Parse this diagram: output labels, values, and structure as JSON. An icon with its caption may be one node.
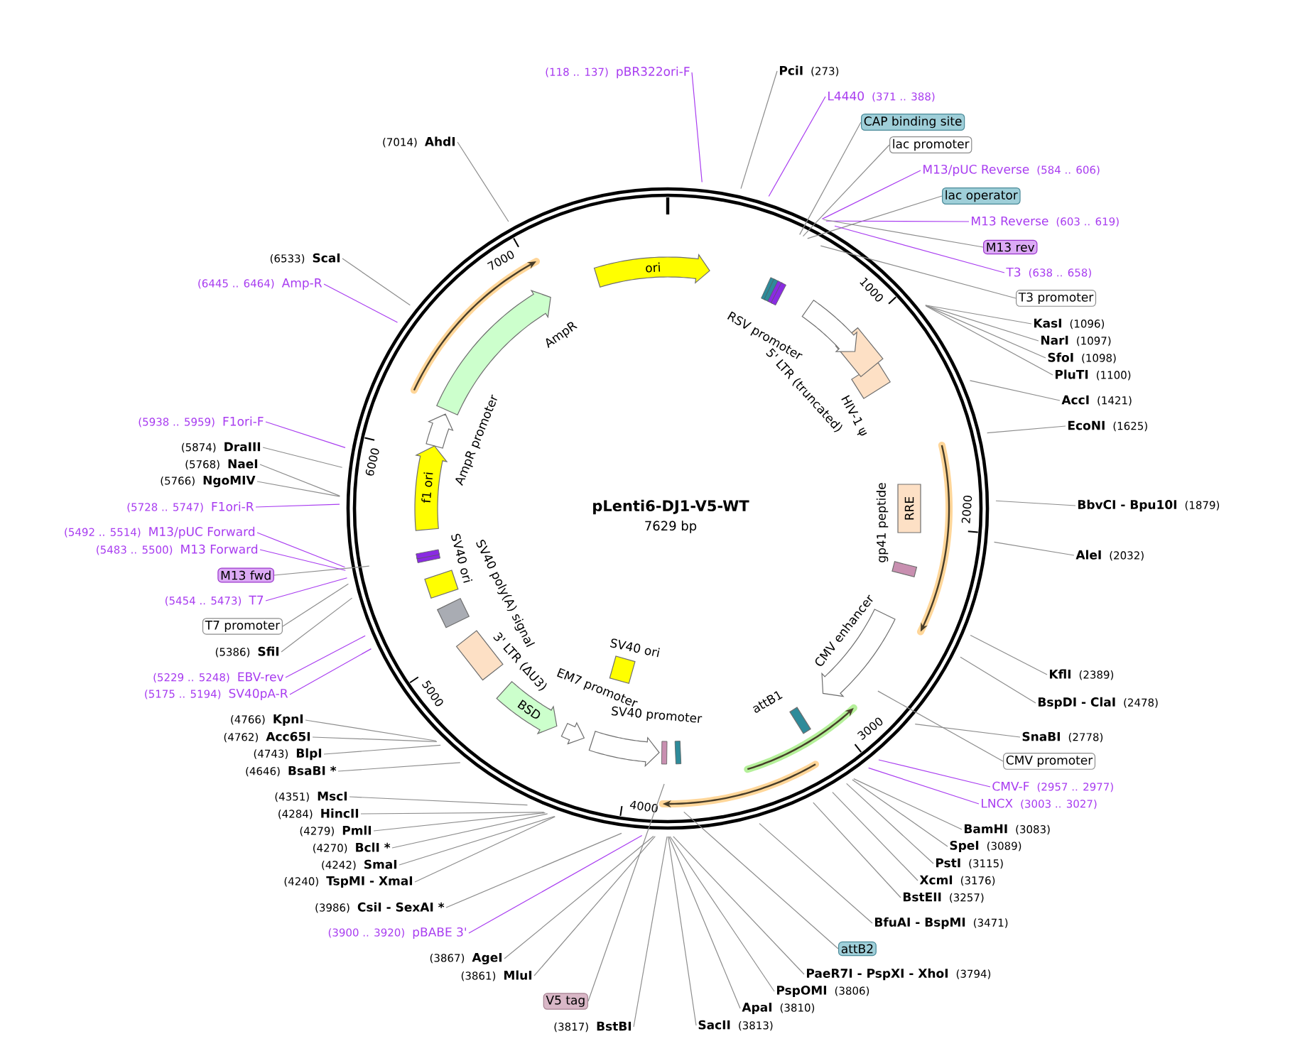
{
  "diagram": {
    "title": "pLenti6-DJ1-V5-WT",
    "nodes": [
      {
        "text": [
          "(118 .. 137)",
          "pBR322ori-F"
        ]
      },
      {
        "text": [
          "PciI",
          "(273)"
        ]
      },
      {
        "text": [
          "L4440",
          "(371 .. 388)"
        ]
      },
      {
        "text": [
          "CAP binding site"
        ]
      },
      {
        "text": [
          "lac promoter"
        ]
      },
      {
        "text": [
          "M13/pUC Reverse",
          "(584 .. 606)"
        ]
      },
      {
        "text": [
          "lac operator"
        ]
      },
      {
        "text": [
          "M13 Reverse",
          "(603 .. 619)"
        ]
      },
      {
        "text": [
          "M13 rev"
        ]
      },
      {
        "text": [
          "T3",
          "(638 .. 658)"
        ]
      },
      {
        "text": [
          "T3 promoter"
        ]
      },
      {
        "text": [
          "KasI",
          "(1096)"
        ]
      },
      {
        "text": [
          "NarI",
          "(1097)"
        ]
      },
      {
        "text": [
          "SfoI",
          "(1098)"
        ]
      },
      {
        "text": [
          "PluTI",
          "(1100)"
        ]
      },
      {
        "text": [
          "AccI",
          "(1421)"
        ]
      },
      {
        "text": [
          "EcoNI",
          "(1625)"
        ]
      },
      {
        "text": [
          "BbvCI - Bpu10I",
          "(1879)"
        ]
      },
      {
        "text": [
          "AleI",
          "(2032)"
        ]
      },
      {
        "text": [
          "KflI",
          "(2389)"
        ]
      },
      {
        "text": [
          "BspDI - ClaI",
          "(2478)"
        ]
      },
      {
        "text": [
          "SnaBI",
          "(2778)"
        ]
      },
      {
        "text": [
          "CMV promoter"
        ]
      },
      {
        "text": [
          "CMV-F",
          "(2957 .. 2977)"
        ]
      },
      {
        "text": [
          "LNCX",
          "(3003 .. 3027)"
        ]
      },
      {
        "text": [
          "BamHI",
          "(3083)"
        ]
      },
      {
        "text": [
          "SpeI",
          "(3089)"
        ]
      },
      {
        "text": [
          "PstI",
          "(3115)"
        ]
      },
      {
        "text": [
          "XcmI",
          "(3176)"
        ]
      },
      {
        "text": [
          "BstEII",
          "(3257)"
        ]
      },
      {
        "text": [
          "BfuAI - BspMI",
          "(3471)"
        ]
      },
      {
        "text": [
          "attB2"
        ]
      },
      {
        "text": [
          "PaeR7I - PspXI - XhoI",
          "(3794)"
        ]
      },
      {
        "text": [
          "PspOMI",
          "(3806)"
        ]
      },
      {
        "text": [
          "ApaI",
          "(3810)"
        ]
      },
      {
        "text": [
          "SacII",
          "(3813)"
        ]
      },
      {
        "text": [
          "(3817)",
          "BstBI"
        ]
      },
      {
        "text": [
          "V5 tag"
        ]
      },
      {
        "text": [
          "(3861)",
          "MluI"
        ]
      },
      {
        "text": [
          "(3867)",
          "AgeI"
        ]
      },
      {
        "text": [
          "(3900 .. 3920)",
          "pBABE 3'"
        ]
      },
      {
        "text": [
          "(3986)",
          "CsiI - SexAI *"
        ]
      },
      {
        "text": [
          "(4240)",
          "TspMI - XmaI"
        ]
      },
      {
        "text": [
          "(4242)",
          "SmaI"
        ]
      },
      {
        "text": [
          "(4270)",
          "BclI *"
        ]
      },
      {
        "text": [
          "(4279)",
          "PmlI"
        ]
      },
      {
        "text": [
          "(4284)",
          "HincII"
        ]
      },
      {
        "text": [
          "(4351)",
          "MscI"
        ]
      },
      {
        "text": [
          "(4646)",
          "BsaBI *"
        ]
      },
      {
        "text": [
          "(4743)",
          "BlpI"
        ]
      },
      {
        "text": [
          "(4762)",
          "Acc65I"
        ]
      },
      {
        "text": [
          "(4766)",
          "KpnI"
        ]
      },
      {
        "text": [
          "(5175 .. 5194)",
          "SV40pA-R"
        ]
      },
      {
        "text": [
          "(5229 .. 5248)",
          "EBV-rev"
        ]
      },
      {
        "text": [
          "(5386)",
          "SfiI"
        ]
      },
      {
        "text": [
          "T7 promoter"
        ]
      },
      {
        "text": [
          "(5454 .. 5473)",
          "T7"
        ]
      },
      {
        "text": [
          "M13 fwd"
        ]
      },
      {
        "text": [
          "(5483 .. 5500)",
          "M13 Forward"
        ]
      },
      {
        "text": [
          "(5492 .. 5514)",
          "M13/pUC Forward"
        ]
      },
      {
        "text": [
          "(5728 .. 5747)",
          "F1ori-R"
        ]
      },
      {
        "text": [
          "(5766)",
          "NgoMIV"
        ]
      },
      {
        "text": [
          "(5768)",
          "NaeI"
        ]
      },
      {
        "text": [
          "(5874)",
          "DraIII"
        ]
      },
      {
        "text": [
          "(5938 .. 5959)",
          "F1ori-F"
        ]
      },
      {
        "text": [
          "(6445 .. 6464)",
          "Amp-R"
        ]
      },
      {
        "text": [
          "(6533)",
          "ScaI"
        ]
      },
      {
        "text": [
          "(7014)",
          "AhdI"
        ]
      },
      {
        "text": [
          "ori"
        ]
      },
      {
        "text": [
          "AmpR"
        ]
      },
      {
        "text": [
          "AmpR promoter"
        ]
      },
      {
        "text": [
          "f1 ori"
        ]
      },
      {
        "text": [
          "SV40 poly(A) signal"
        ]
      },
      {
        "text": [
          "SV40 ori"
        ]
      },
      {
        "text": [
          "3' LTR (ΔU3)"
        ]
      },
      {
        "text": [
          "BSD"
        ]
      },
      {
        "text": [
          "EM7 promoter"
        ]
      },
      {
        "text": [
          "SV40 promoter"
        ]
      },
      {
        "text": [
          "SV40 ori"
        ]
      },
      {
        "text": [
          "attB1"
        ]
      },
      {
        "text": [
          "CMV enhancer"
        ]
      },
      {
        "text": [
          "gp41 peptide"
        ]
      },
      {
        "text": [
          "RRE"
        ]
      },
      {
        "text": [
          "HIV-1 ψ"
        ]
      },
      {
        "text": [
          "5' LTR (truncated)"
        ]
      },
      {
        "text": [
          "RSV promoter"
        ]
      }
    ],
    "edges": [
      {
        "from": 0,
        "to": null,
        "arrow": "none",
        "color": "#a83cf0"
      },
      {
        "from": 1,
        "to": null,
        "arrow": "none"
      },
      {
        "from": 2,
        "to": null,
        "arrow": "none",
        "color": "#a83cf0"
      },
      {
        "from": 3,
        "to": null,
        "arrow": "none"
      },
      {
        "from": 4,
        "to": null,
        "arrow": "none"
      },
      {
        "from": 5,
        "to": null,
        "arrow": "none",
        "color": "#a83cf0"
      },
      {
        "from": 6,
        "to": null,
        "arrow": "none"
      },
      {
        "from": 7,
        "to": null,
        "arrow": "none",
        "color": "#a83cf0"
      },
      {
        "from": 8,
        "to": null,
        "arrow": "none"
      },
      {
        "from": 9,
        "to": null,
        "arrow": "none",
        "color": "#a83cf0"
      },
      {
        "from": 10,
        "to": null,
        "arrow": "none"
      },
      {
        "from": 11,
        "to": null,
        "arrow": "none"
      },
      {
        "from": 12,
        "to": null,
        "arrow": "none"
      },
      {
        "from": 13,
        "to": null,
        "arrow": "none"
      },
      {
        "from": 14,
        "to": null,
        "arrow": "none"
      },
      {
        "from": 15,
        "to": null,
        "arrow": "none"
      },
      {
        "from": 16,
        "to": null,
        "arrow": "none"
      },
      {
        "from": 17,
        "to": null,
        "arrow": "none"
      },
      {
        "from": 18,
        "to": null,
        "arrow": "none"
      },
      {
        "from": 19,
        "to": null,
        "arrow": "none"
      },
      {
        "from": 20,
        "to": null,
        "arrow": "none"
      },
      {
        "from": 21,
        "to": null,
        "arrow": "none"
      },
      {
        "from": 22,
        "to": null,
        "arrow": "none"
      },
      {
        "from": 23,
        "to": null,
        "arrow": "none",
        "color": "#a83cf0"
      },
      {
        "from": 24,
        "to": null,
        "arrow": "none",
        "color": "#a83cf0"
      },
      {
        "from": 25,
        "to": null,
        "arrow": "none"
      },
      {
        "from": 26,
        "to": null,
        "arrow": "none"
      },
      {
        "from": 27,
        "to": null,
        "arrow": "none"
      },
      {
        "from": 28,
        "to": null,
        "arrow": "none"
      },
      {
        "from": 29,
        "to": null,
        "arrow": "none"
      },
      {
        "from": 30,
        "to": null,
        "arrow": "none"
      },
      {
        "from": 31,
        "to": null,
        "arrow": "none"
      },
      {
        "from": 32,
        "to": null,
        "arrow": "none"
      },
      {
        "from": 33,
        "to": null,
        "arrow": "none"
      },
      {
        "from": 34,
        "to": null,
        "arrow": "none"
      },
      {
        "from": 35,
        "to": null,
        "arrow": "none"
      },
      {
        "from": 36,
        "to": null,
        "arrow": "none"
      },
      {
        "from": 37,
        "to": null,
        "arrow": "none"
      },
      {
        "from": 38,
        "to": null,
        "arrow": "none"
      },
      {
        "from": 39,
        "to": null,
        "arrow": "none"
      },
      {
        "from": 40,
        "to": null,
        "arrow": "none",
        "color": "#a83cf0"
      },
      {
        "from": 41,
        "to": null,
        "arrow": "none"
      },
      {
        "from": 42,
        "to": null,
        "arrow": "none"
      },
      {
        "from": 43,
        "to": null,
        "arrow": "none"
      },
      {
        "from": 44,
        "to": null,
        "arrow": "none"
      },
      {
        "from": 45,
        "to": null,
        "arrow": "none"
      },
      {
        "from": 46,
        "to": null,
        "arrow": "none"
      },
      {
        "from": 47,
        "to": null,
        "arrow": "none"
      },
      {
        "from": 48,
        "to": null,
        "arrow": "none"
      },
      {
        "from": 49,
        "to": null,
        "arrow": "none"
      },
      {
        "from": 50,
        "to": null,
        "arrow": "none"
      },
      {
        "from": 51,
        "to": null,
        "arrow": "none"
      },
      {
        "from": 52,
        "to": null,
        "arrow": "none",
        "color": "#a83cf0"
      },
      {
        "from": 53,
        "to": null,
        "arrow": "none",
        "color": "#a83cf0"
      },
      {
        "from": 54,
        "to": null,
        "arrow": "none"
      },
      {
        "from": 55,
        "to": null,
        "arrow": "none"
      },
      {
        "from": 56,
        "to": null,
        "arrow": "none",
        "color": "#a83cf0"
      },
      {
        "from": 57,
        "to": null,
        "arrow": "none"
      },
      {
        "from": 58,
        "to": null,
        "arrow": "none",
        "color": "#a83cf0"
      },
      {
        "from": 59,
        "to": null,
        "arrow": "none",
        "color": "#a83cf0"
      },
      {
        "from": 60,
        "to": null,
        "arrow": "none",
        "color": "#a83cf0"
      },
      {
        "from": 61,
        "to": null,
        "arrow": "none"
      },
      {
        "from": 62,
        "to": null,
        "arrow": "none"
      },
      {
        "from": 63,
        "to": null,
        "arrow": "none"
      },
      {
        "from": 64,
        "to": null,
        "arrow": "none",
        "color": "#a83cf0"
      },
      {
        "from": 65,
        "to": null,
        "arrow": "none",
        "color": "#a83cf0"
      },
      {
        "from": 66,
        "to": null,
        "arrow": "none"
      },
      {
        "from": 67,
        "to": null,
        "arrow": "none"
      }
    ],
    "labels": [
      "7629 bp",
      "1000",
      "2000",
      "3000",
      "4000",
      "5000",
      "6000",
      "7000"
    ]
  }
}
